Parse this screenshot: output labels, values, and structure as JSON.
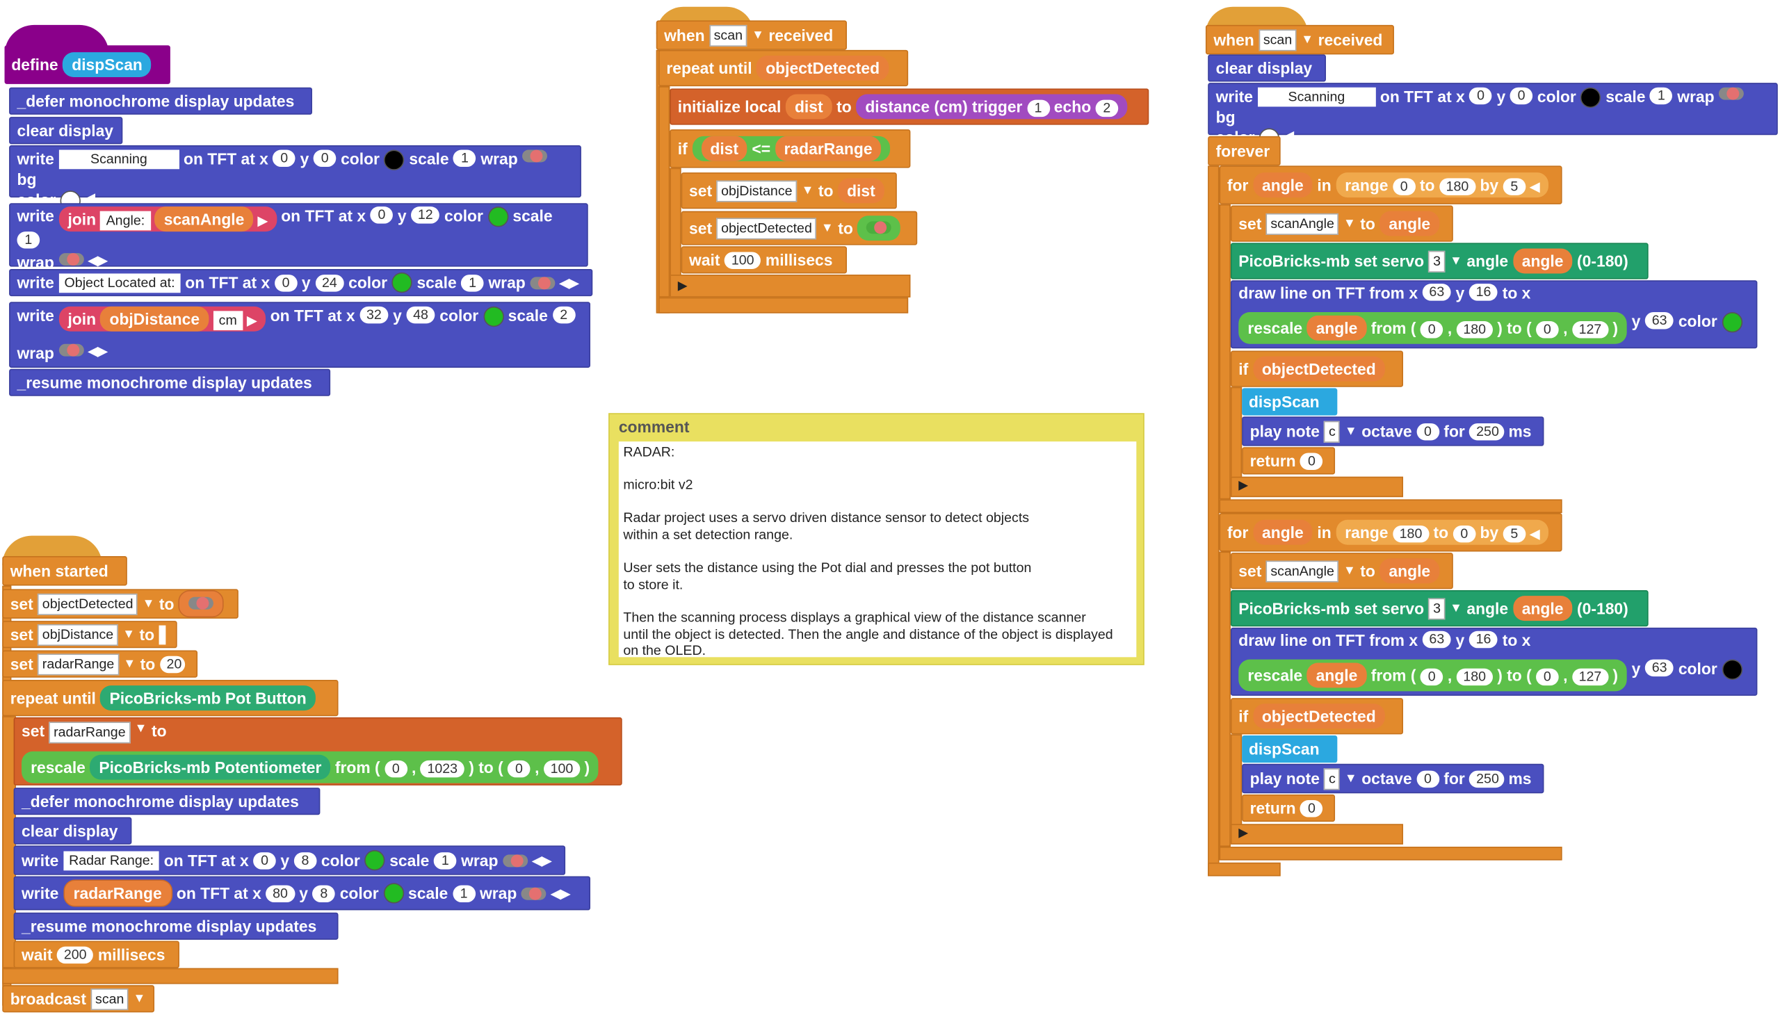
{
  "define": {
    "kw": "define",
    "name": "dispScan"
  },
  "disp": {
    "defer": "_defer monochrome display updates",
    "clear": "clear display",
    "write": "write",
    "scanning": "Scanning",
    "onx": "on TFT at x",
    "y": "y",
    "color": "color",
    "scale": "scale",
    "wrap": "wrap",
    "bg": "bg",
    "join": "join",
    "angle_lbl": "Angle:",
    "scanAngle": "scanAngle",
    "objLocated": "Object Located at:",
    "objDistance": "objDistance",
    "cm": "cm",
    "resume": "_resume monochrome display updates",
    "v0": "0",
    "v1": "1",
    "v12": "12",
    "v24": "24",
    "v32": "32",
    "v48": "48",
    "v2": "2"
  },
  "when": {
    "kw": "when",
    "scan": "scan",
    "received": "received",
    "repeat_until": "repeat until",
    "objectDetected": "objectDetected",
    "init": "initialize local",
    "dist": "dist",
    "to": "to",
    "distance": "distance (cm) trigger",
    "echo": "echo",
    "t1": "1",
    "e2": "2",
    "if": "if",
    "le": "<=",
    "radarRange": "radarRange",
    "set": "set",
    "wait": "wait",
    "w100": "100",
    "millisecs": "millisecs"
  },
  "comment": {
    "title": "comment",
    "text": "RADAR:\n\nmicro:bit v2\n\nRadar project uses a servo driven distance sensor to detect objects\nwithin a set detection range.\n\nUser sets the distance using the Pot dial and presses the pot button\nto store it.\n\nThen the scanning process displays a graphical view of the distance scanner\nuntil the object is detected. Then the angle and distance of the object is displayed\non the OLED."
  },
  "started": {
    "kw": "when started",
    "v20": "20",
    "potButton": "PicoBricks-mb Pot Button",
    "rescale": "rescale",
    "potentiometer": "PicoBricks-mb Potentiometer",
    "from": "from (",
    "comma": ",",
    "to_paren": ") to (",
    "close": ")",
    "v0": "0",
    "v1023": "1023",
    "v100": "100",
    "radarRangeLbl": "Radar Range:",
    "v8": "8",
    "v80": "80",
    "w200": "200",
    "broadcast": "broadcast"
  },
  "right": {
    "forever": "forever",
    "for": "for",
    "angle": "angle",
    "in": "in",
    "range": "range",
    "v0": "0",
    "v180": "180",
    "by": "by",
    "v5": "5",
    "servo": "PicoBricks-mb set servo",
    "s3": "3",
    "angle_lbl": "angle",
    "r0_180": "(0-180)",
    "drawline": "draw line on TFT from x",
    "v63": "63",
    "v16": "16",
    "tox": "to x",
    "v127": "127",
    "playnote": "play note",
    "c": "c",
    "octave": "octave",
    "for_kw": "for",
    "v250": "250",
    "ms": "ms",
    "return": "return"
  },
  "colors": {
    "black": "#000000",
    "white": "#ffffff",
    "green": "#22bb22"
  }
}
